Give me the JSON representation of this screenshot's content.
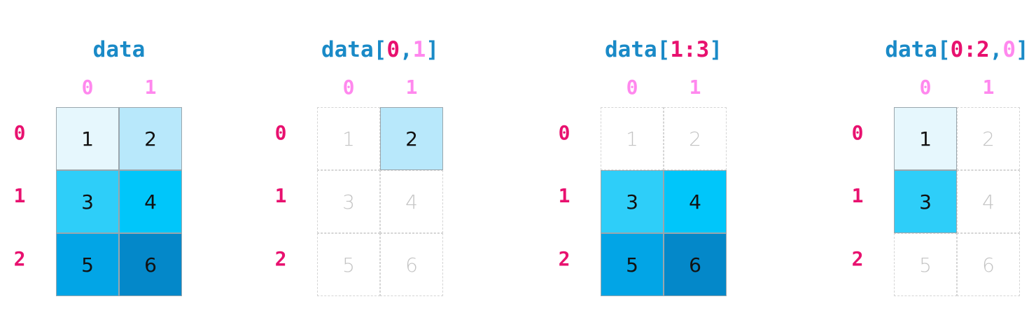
{
  "panels": [
    {
      "title": [
        {
          "t": "data",
          "k": "name"
        }
      ],
      "col_labels": [
        "0",
        "1"
      ],
      "row_labels": [
        "0",
        "1",
        "2"
      ],
      "cells": [
        {
          "v": "1",
          "on": true,
          "color": "#e6f7fd"
        },
        {
          "v": "2",
          "on": true,
          "color": "#b8e8fb"
        },
        {
          "v": "3",
          "on": true,
          "color": "#2ecef9"
        },
        {
          "v": "4",
          "on": true,
          "color": "#00c6fa"
        },
        {
          "v": "5",
          "on": true,
          "color": "#02a5e6"
        },
        {
          "v": "6",
          "on": true,
          "color": "#0488c9"
        }
      ]
    },
    {
      "title": [
        {
          "t": "data",
          "k": "name"
        },
        {
          "t": "[",
          "k": "br"
        },
        {
          "t": "0",
          "k": "row"
        },
        {
          "t": ",",
          "k": "br"
        },
        {
          "t": "1",
          "k": "col"
        },
        {
          "t": "]",
          "k": "br"
        }
      ],
      "col_labels": [
        "0",
        "1"
      ],
      "row_labels": [
        "0",
        "1",
        "2"
      ],
      "cells": [
        {
          "v": "1",
          "on": false
        },
        {
          "v": "2",
          "on": true,
          "color": "#b8e8fb"
        },
        {
          "v": "3",
          "on": false
        },
        {
          "v": "4",
          "on": false
        },
        {
          "v": "5",
          "on": false
        },
        {
          "v": "6",
          "on": false
        }
      ]
    },
    {
      "title": [
        {
          "t": "data",
          "k": "name"
        },
        {
          "t": "[",
          "k": "br"
        },
        {
          "t": "1:3",
          "k": "row"
        },
        {
          "t": "]",
          "k": "br"
        }
      ],
      "col_labels": [
        "0",
        "1"
      ],
      "row_labels": [
        "0",
        "1",
        "2"
      ],
      "cells": [
        {
          "v": "1",
          "on": false
        },
        {
          "v": "2",
          "on": false
        },
        {
          "v": "3",
          "on": true,
          "color": "#2ecef9"
        },
        {
          "v": "4",
          "on": true,
          "color": "#00c6fa"
        },
        {
          "v": "5",
          "on": true,
          "color": "#02a5e6"
        },
        {
          "v": "6",
          "on": true,
          "color": "#0488c9"
        }
      ]
    },
    {
      "title": [
        {
          "t": "data",
          "k": "name"
        },
        {
          "t": "[",
          "k": "br"
        },
        {
          "t": "0:2",
          "k": "row"
        },
        {
          "t": ",",
          "k": "br"
        },
        {
          "t": "0",
          "k": "col"
        },
        {
          "t": "]",
          "k": "br"
        }
      ],
      "col_labels": [
        "0",
        "1"
      ],
      "row_labels": [
        "0",
        "1",
        "2"
      ],
      "cells": [
        {
          "v": "1",
          "on": true,
          "color": "#e6f7fd"
        },
        {
          "v": "2",
          "on": false
        },
        {
          "v": "3",
          "on": true,
          "color": "#2ecef9"
        },
        {
          "v": "4",
          "on": false
        },
        {
          "v": "5",
          "on": false
        },
        {
          "v": "6",
          "on": false
        }
      ]
    }
  ]
}
